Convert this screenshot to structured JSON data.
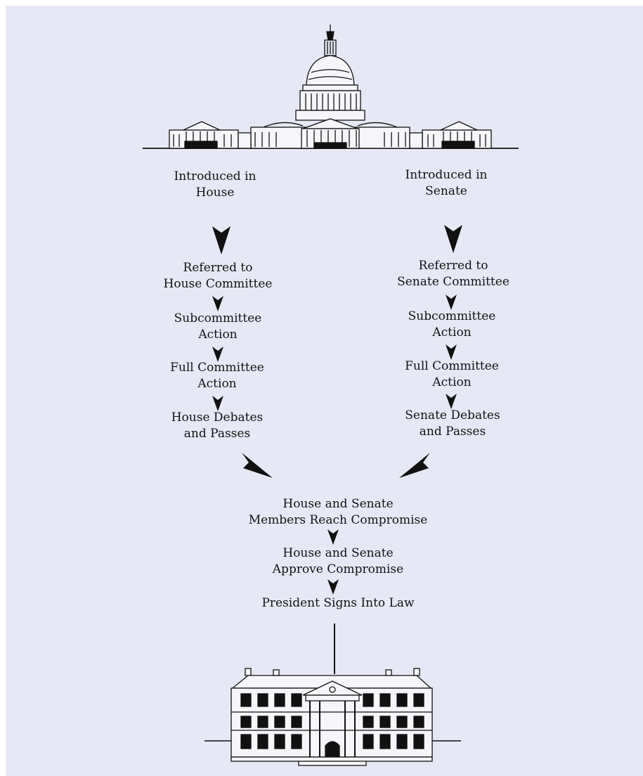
{
  "house_path": {
    "introduced": [
      "Introduced in",
      "House"
    ],
    "referred": [
      "Referred to",
      "House Committee"
    ],
    "subcommittee": [
      "Subcommittee",
      "Action"
    ],
    "full_committee": [
      "Full Committee",
      "Action"
    ],
    "debate": [
      "House Debates",
      "and Passes"
    ]
  },
  "senate_path": {
    "introduced": [
      "Introduced in",
      "Senate"
    ],
    "referred": [
      "Referred to",
      "Senate Committee"
    ],
    "subcommittee": [
      "Subcommittee",
      "Action"
    ],
    "full_committee": [
      "Full Committee",
      "Action"
    ],
    "debate": [
      "Senate Debates",
      "and Passes"
    ]
  },
  "joint_path": {
    "compromise": [
      "House and Senate",
      "Members Reach Compromise"
    ],
    "approve": [
      "House and Senate",
      "Approve Compromise"
    ],
    "sign": "President Signs Into Law"
  },
  "colors": {
    "background": "#e6e9f5",
    "ink": "#111111"
  },
  "illustrations": {
    "top": "capitol-building",
    "bottom": "white-house"
  }
}
